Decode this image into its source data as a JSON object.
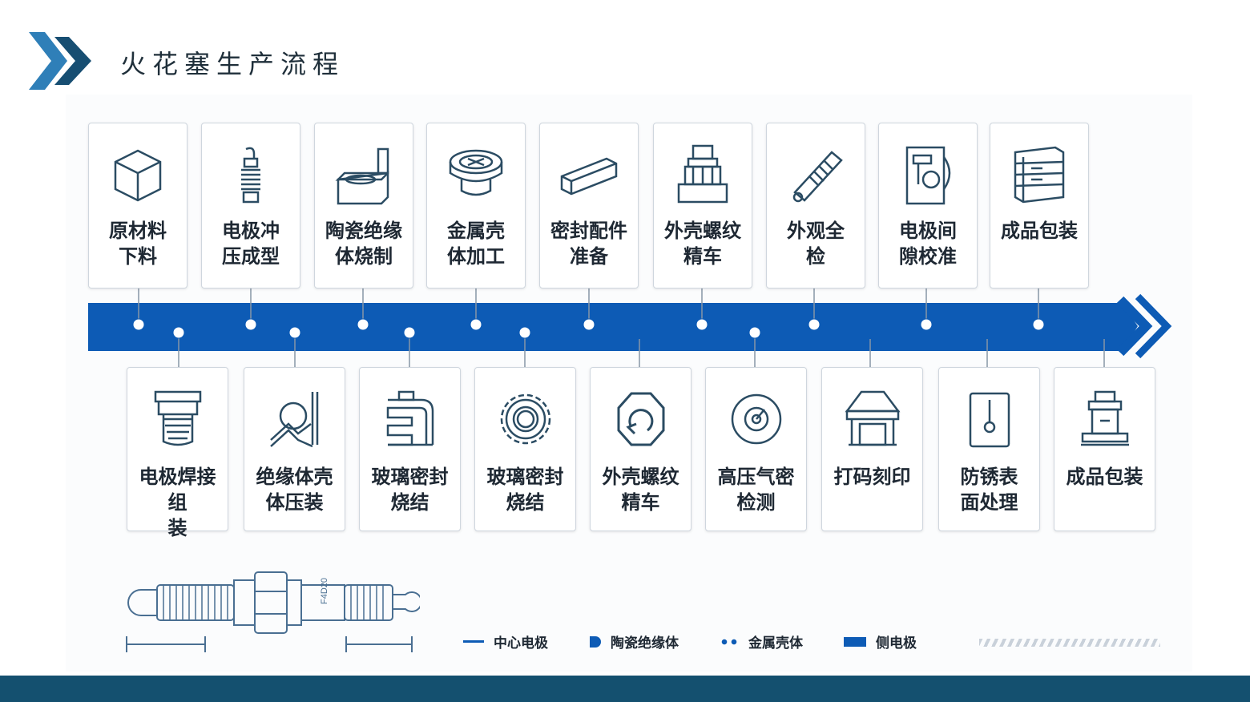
{
  "header": {
    "title": "火花塞生产流程"
  },
  "colors": {
    "accent": "#0d5bb5",
    "dark_blue": "#14506f",
    "chevron_light": "#2f7fb8",
    "chevron_dark": "#174e72"
  },
  "top_steps": [
    {
      "line1": "原材料",
      "line2": "下料",
      "icon": "cube-icon"
    },
    {
      "line1": "电极冲",
      "line2": "压成型",
      "icon": "electrode-icon"
    },
    {
      "line1": "陶瓷绝缘",
      "line2": "体烧制",
      "icon": "ceramic-kiln-icon"
    },
    {
      "line1": "金属壳",
      "line2": "体加工",
      "icon": "metal-shell-icon"
    },
    {
      "line1": "密封配件",
      "line2": "准备",
      "icon": "seal-block-icon"
    },
    {
      "line1": "外壳螺纹",
      "line2": "精车",
      "icon": "lathe-icon"
    },
    {
      "line1": "外观全",
      "line2": "检",
      "icon": "inspection-rod-icon"
    },
    {
      "line1": "电极间",
      "line2": "隙校准",
      "icon": "gap-gauge-icon"
    },
    {
      "line1": "成品包装",
      "line2": "",
      "icon": "stacked-boxes-icon"
    }
  ],
  "bottom_steps": [
    {
      "line1": "电极焊接组",
      "line2": "装",
      "icon": "threaded-base-icon"
    },
    {
      "line1": "绝缘体壳",
      "line2": "体压装",
      "icon": "press-arm-icon"
    },
    {
      "line1": "玻璃密封",
      "line2": "烧结",
      "icon": "glass-seal-icon"
    },
    {
      "line1": "玻璃密封",
      "line2": "烧结",
      "icon": "gear-ring-icon"
    },
    {
      "line1": "外壳螺纹",
      "line2": "精车",
      "icon": "hex-nut-icon"
    },
    {
      "line1": "高压气密",
      "line2": "检测",
      "icon": "pressure-gauge-icon"
    },
    {
      "line1": "打码刻印",
      "line2": "",
      "icon": "stamp-press-icon"
    },
    {
      "line1": "防锈表",
      "line2": "面处理",
      "icon": "coating-tank-icon"
    },
    {
      "line1": "成品包装",
      "line2": "",
      "icon": "package-machine-icon"
    }
  ],
  "legend": [
    {
      "label": "中心电极",
      "icon": "line-mark-icon"
    },
    {
      "label": "陶瓷绝缘体",
      "icon": "bullet-mark-icon"
    },
    {
      "label": "金属壳体",
      "icon": "dots-mark-icon"
    },
    {
      "label": "侧电极",
      "icon": "bar-mark-icon"
    }
  ],
  "sparkplug_code": "F4D20"
}
